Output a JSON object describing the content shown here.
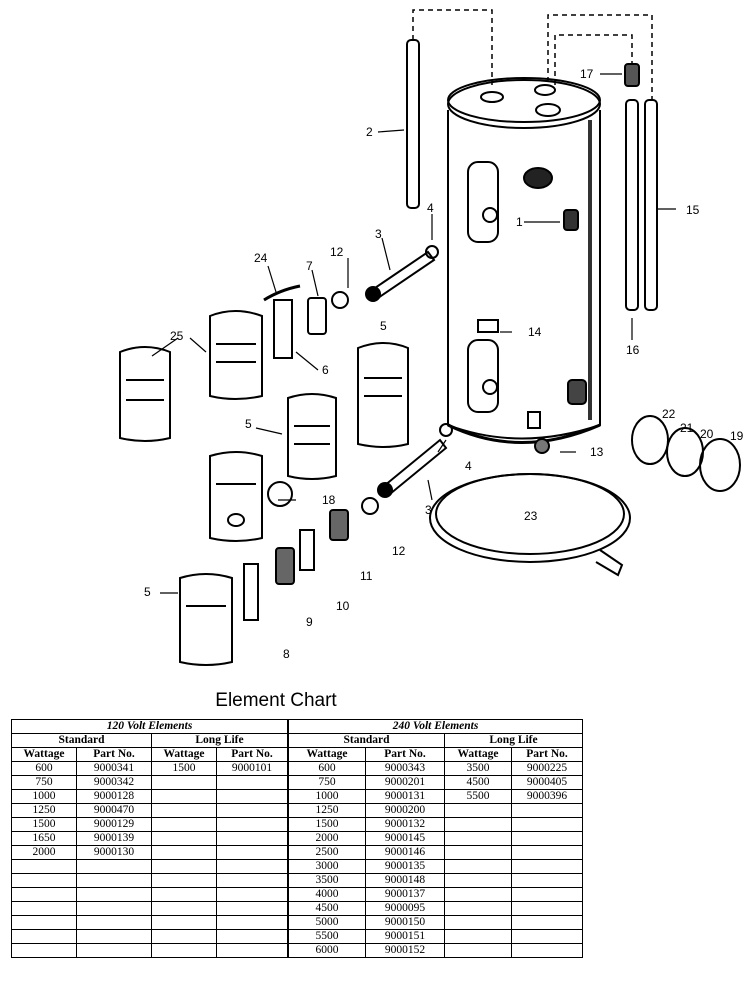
{
  "callouts": [
    "1",
    "2",
    "3",
    "4",
    "4",
    "5",
    "5",
    "5",
    "6",
    "7",
    "8",
    "9",
    "10",
    "11",
    "12",
    "12",
    "13",
    "14",
    "15",
    "16",
    "17",
    "18",
    "19",
    "20",
    "21",
    "22",
    "23",
    "24",
    "25",
    "3"
  ],
  "chart_title": "Element Chart",
  "table": {
    "groups": [
      "120 Volt Elements",
      "240 Volt Elements"
    ],
    "subgroups": [
      "Standard",
      "Long Life",
      "Standard",
      "Long Life"
    ],
    "headers": [
      "Wattage",
      "Part No.",
      "Wattage",
      "Part No.",
      "Wattage",
      "Part No.",
      "Wattage",
      "Part No."
    ],
    "rows": [
      [
        "600",
        "9000341",
        "1500",
        "9000101",
        "600",
        "9000343",
        "3500",
        "9000225"
      ],
      [
        "750",
        "9000342",
        "",
        "",
        "750",
        "9000201",
        "4500",
        "9000405"
      ],
      [
        "1000",
        "9000128",
        "",
        "",
        "1000",
        "9000131",
        "5500",
        "9000396"
      ],
      [
        "1250",
        "9000470",
        "",
        "",
        "1250",
        "9000200",
        "",
        ""
      ],
      [
        "1500",
        "9000129",
        "",
        "",
        "1500",
        "9000132",
        "",
        ""
      ],
      [
        "1650",
        "9000139",
        "",
        "",
        "2000",
        "9000145",
        "",
        ""
      ],
      [
        "2000",
        "9000130",
        "",
        "",
        "2500",
        "9000146",
        "",
        ""
      ],
      [
        "",
        "",
        "",
        "",
        "3000",
        "9000135",
        "",
        ""
      ],
      [
        "",
        "",
        "",
        "",
        "3500",
        "9000148",
        "",
        ""
      ],
      [
        "",
        "",
        "",
        "",
        "4000",
        "9000137",
        "",
        ""
      ],
      [
        "",
        "",
        "",
        "",
        "4500",
        "9000095",
        "",
        ""
      ],
      [
        "",
        "",
        "",
        "",
        "5000",
        "9000150",
        "",
        ""
      ],
      [
        "",
        "",
        "",
        "",
        "5500",
        "9000151",
        "",
        ""
      ],
      [
        "",
        "",
        "",
        "",
        "6000",
        "9000152",
        "",
        ""
      ]
    ]
  }
}
